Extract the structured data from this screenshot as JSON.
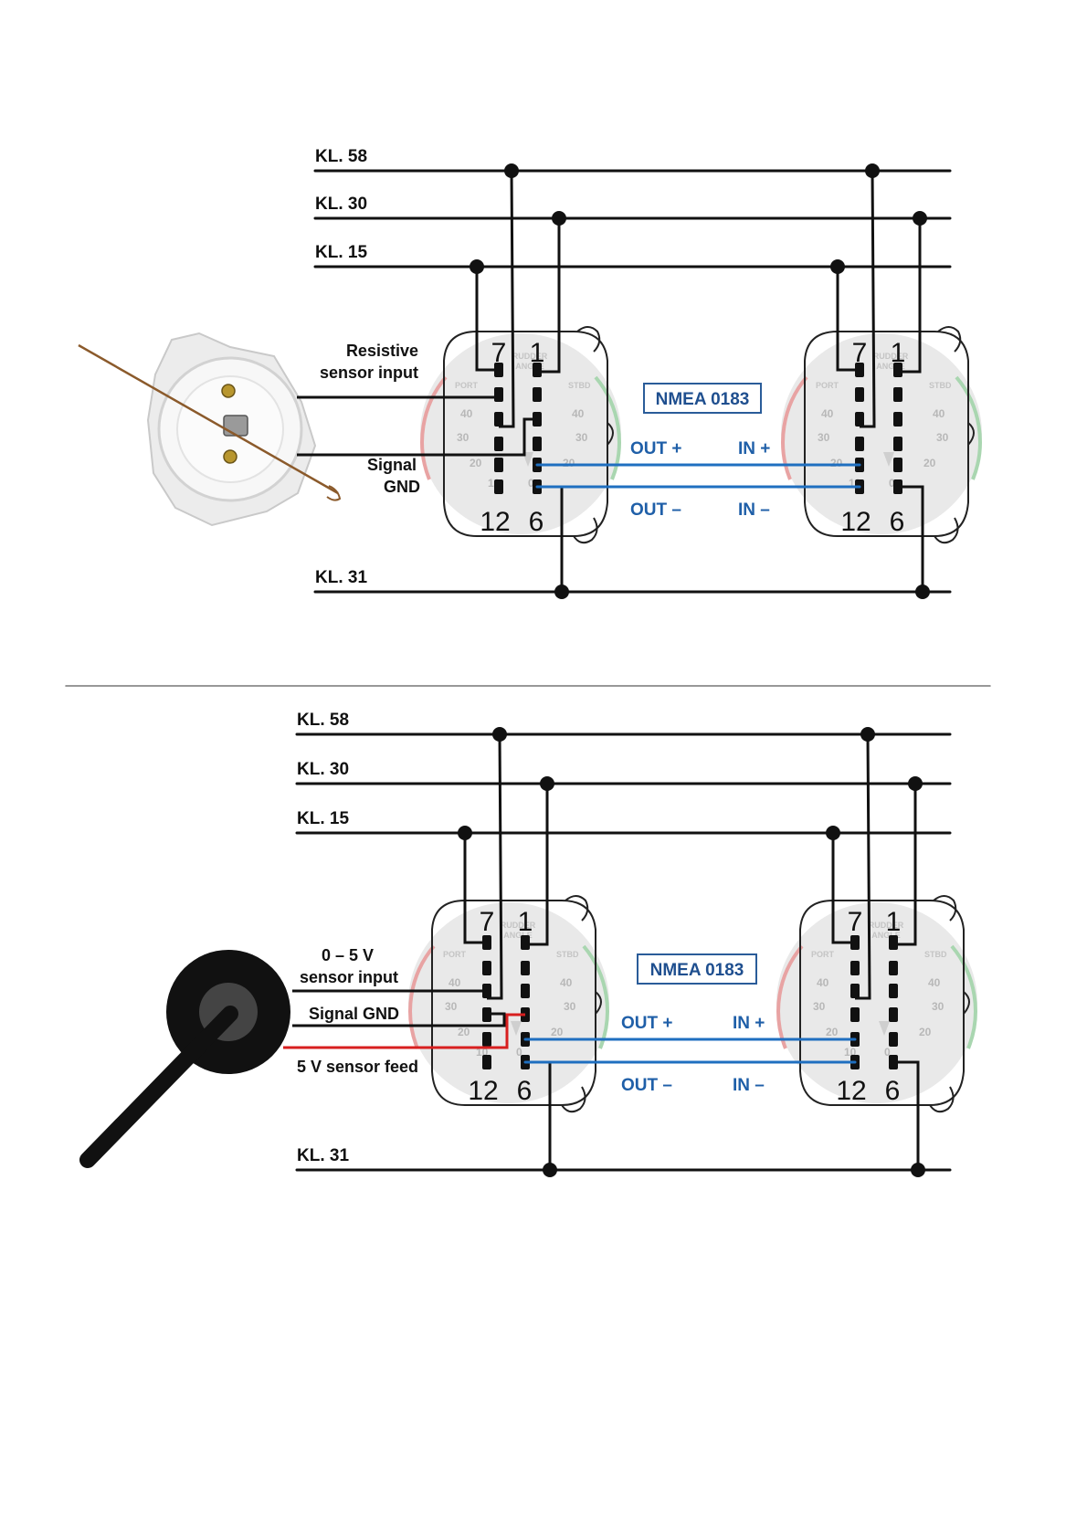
{
  "colors": {
    "wire": "#111111",
    "nmea": "#1f6fc0",
    "feed": "#d81f1f",
    "nmea_box": "#2a5c99",
    "gauge_face": "#e9e9e9"
  },
  "gauge": {
    "pin_top_left": "7",
    "pin_top_right": "1",
    "pin_bottom_left": "12",
    "pin_bottom_right": "6",
    "face_title_1": "RUDDER",
    "face_title_2": "ANGLE",
    "port": "PORT",
    "stbd": "STBD",
    "scale": [
      "40",
      "30",
      "20",
      "10",
      "0"
    ]
  },
  "diagrams": [
    {
      "bus_labels": [
        "KL. 58",
        "KL. 30",
        "KL. 15",
        "KL. 31"
      ],
      "sensor_labels": [
        {
          "text": "Resistive",
          "color": "wire"
        },
        {
          "text": "sensor input",
          "color": "wire"
        },
        {
          "text": "Signal",
          "color": "wire"
        },
        {
          "text": "GND",
          "color": "wire"
        }
      ],
      "nmea_label": "NMEA 0183",
      "out_plus": "OUT +",
      "in_plus": "IN +",
      "out_minus": "OUT –",
      "in_minus": "IN –",
      "sensor_icon": "resistive-rudder-sensor-icon"
    },
    {
      "bus_labels": [
        "KL. 58",
        "KL. 30",
        "KL. 15",
        "KL. 31"
      ],
      "sensor_labels": [
        {
          "text": "0 – 5 V",
          "color": "wire"
        },
        {
          "text": "sensor input",
          "color": "wire"
        },
        {
          "text": "Signal GND",
          "color": "wire"
        },
        {
          "text": "5 V sensor feed",
          "color": "feed"
        }
      ],
      "nmea_label": "NMEA 0183",
      "out_plus": "OUT +",
      "in_plus": "IN +",
      "out_minus": "OUT –",
      "in_minus": "IN –",
      "sensor_icon": "hall-rudder-sensor-icon"
    }
  ]
}
